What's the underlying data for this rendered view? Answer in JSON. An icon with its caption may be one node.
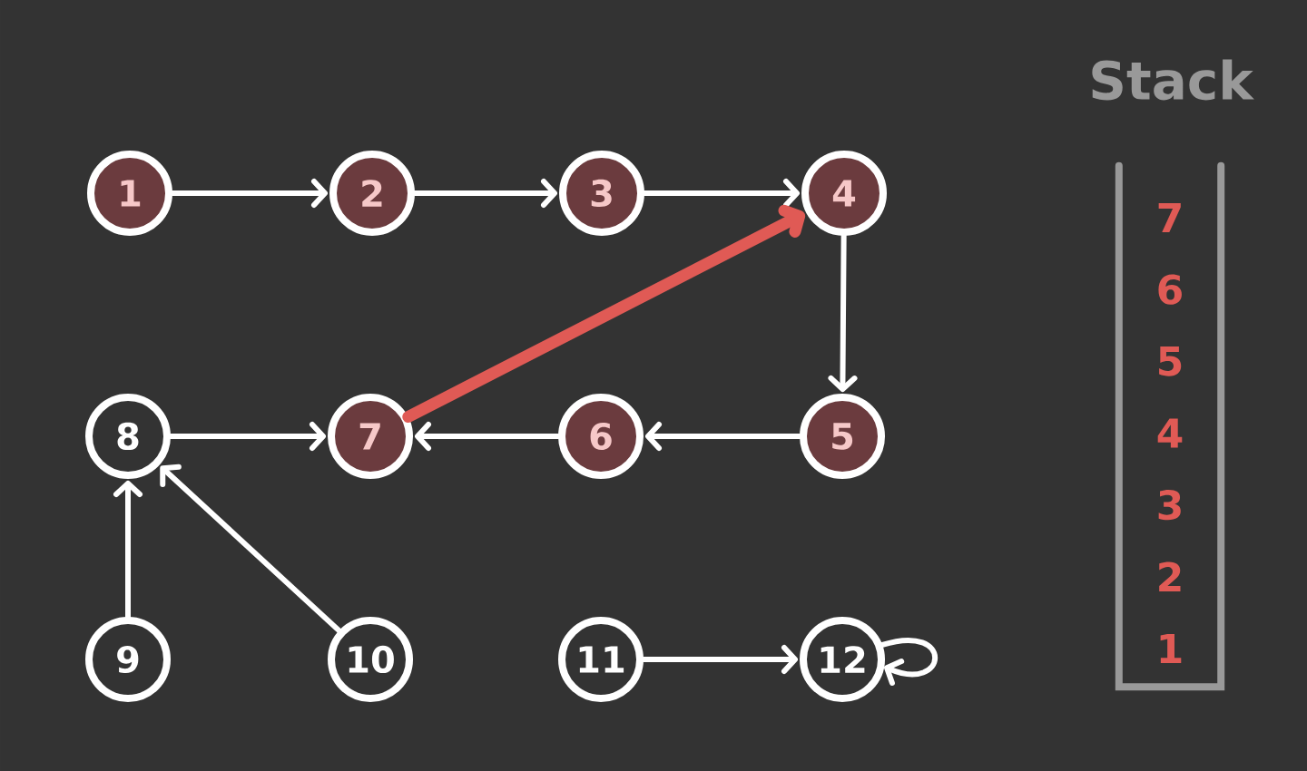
{
  "diagram": {
    "title": "Stack",
    "nodes": [
      {
        "text": [
          "1"
        ]
      },
      {
        "text": [
          "2"
        ]
      },
      {
        "text": [
          "3"
        ]
      },
      {
        "text": [
          "4"
        ]
      },
      {
        "text": [
          "5"
        ]
      },
      {
        "text": [
          "6"
        ]
      },
      {
        "text": [
          "7"
        ]
      },
      {
        "text": [
          "8"
        ]
      },
      {
        "text": [
          "9"
        ]
      },
      {
        "text": [
          "10"
        ]
      },
      {
        "text": [
          "11"
        ]
      },
      {
        "text": [
          "12"
        ]
      },
      {
        "text": [
          "7",
          "6",
          "5",
          "4",
          "3",
          "2",
          "1"
        ]
      }
    ],
    "edges": [
      {
        "from": 0,
        "to": 1,
        "arrow": "to"
      },
      {
        "from": 1,
        "to": 2,
        "arrow": "to"
      },
      {
        "from": 2,
        "to": 3,
        "arrow": "to"
      },
      {
        "from": 3,
        "to": 4,
        "arrow": "to"
      },
      {
        "from": 4,
        "to": 5,
        "arrow": "to"
      },
      {
        "from": 5,
        "to": 6,
        "arrow": "to"
      },
      {
        "from": 6,
        "to": 3,
        "arrow": "to",
        "style": "thick",
        "color": "#e05a55"
      },
      {
        "from": 7,
        "to": 6,
        "arrow": "to"
      },
      {
        "from": 8,
        "to": 7,
        "arrow": "to"
      },
      {
        "from": 9,
        "to": 7,
        "arrow": "to"
      },
      {
        "from": 10,
        "to": 11,
        "arrow": "to"
      },
      {
        "from": 11,
        "to": 11,
        "arrow": "to"
      }
    ]
  }
}
